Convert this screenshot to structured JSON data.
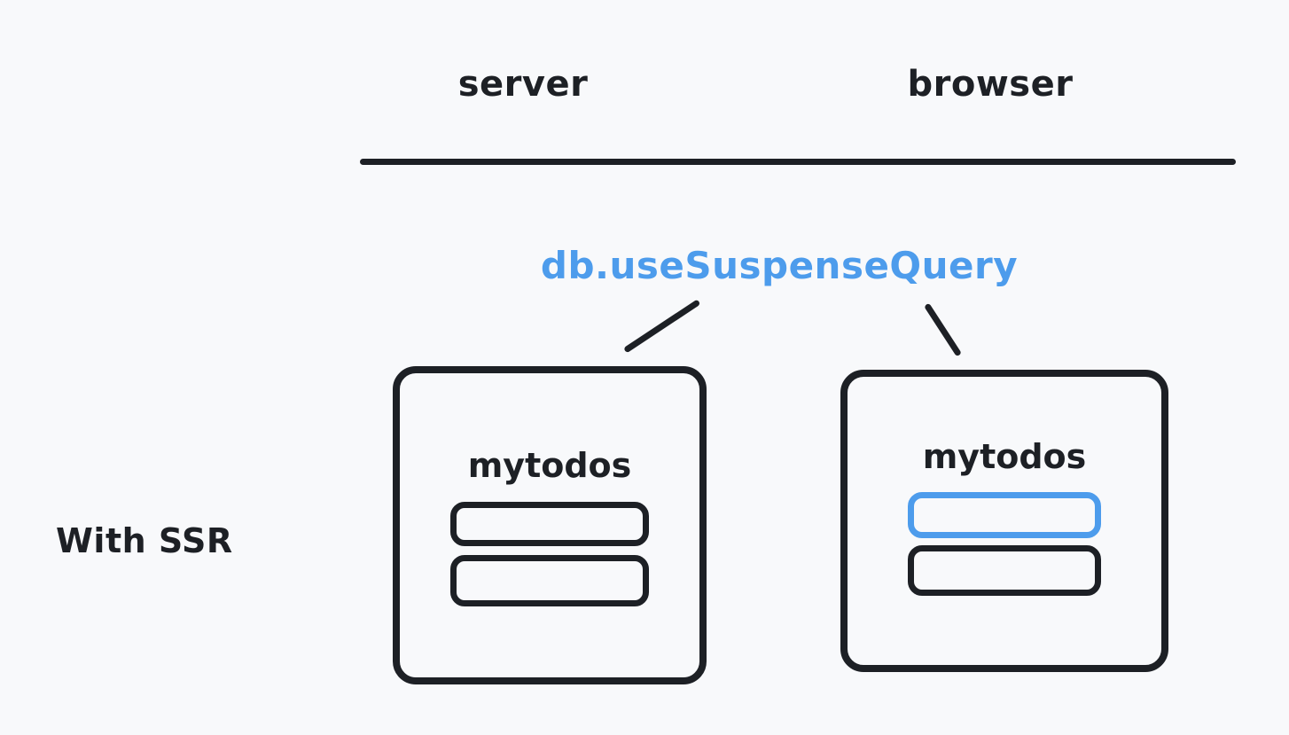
{
  "colors": {
    "background": "#f8f9fb",
    "ink": "#1d2025",
    "accent": "#4d9cec"
  },
  "headers": {
    "left": "server",
    "right": "browser"
  },
  "annotation": {
    "label": "db.useSuspenseQuery",
    "color": "#4d9cec"
  },
  "side_label": "With SSR",
  "boxes": {
    "server": {
      "title": "mytodos",
      "rows": [
        {
          "border": "#1d2025"
        },
        {
          "border": "#1d2025"
        }
      ]
    },
    "browser": {
      "title": "mytodos",
      "rows": [
        {
          "border": "#4d9cec"
        },
        {
          "border": "#1d2025"
        }
      ]
    }
  }
}
